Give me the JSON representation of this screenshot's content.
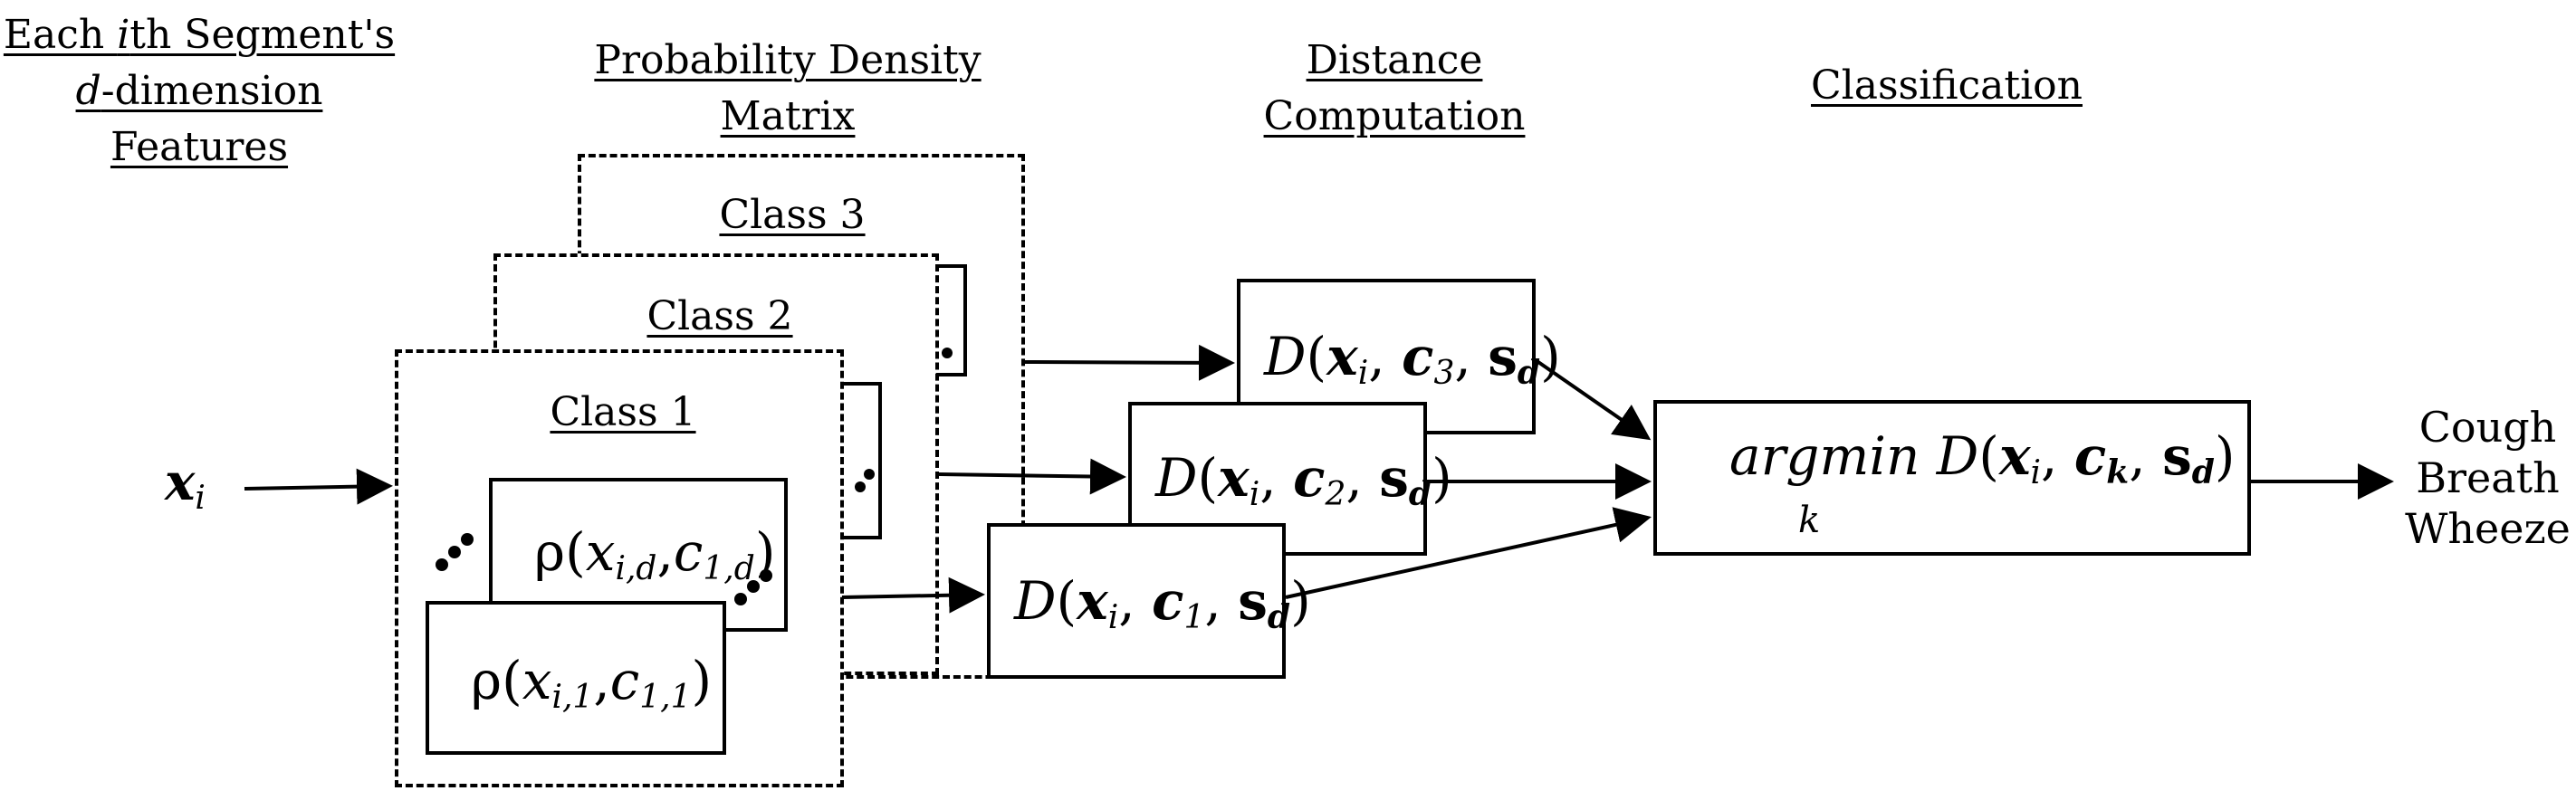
{
  "headers": {
    "features": [
      "Each ",
      "i",
      "th Segment's",
      "d",
      "-dimension",
      "Features"
    ],
    "density": [
      "Probability Density",
      "Matrix"
    ],
    "distance": [
      "Distance",
      "Computation"
    ],
    "classification": "Classification"
  },
  "class_labels": [
    "Class 3",
    "Class 2",
    "Class 1"
  ],
  "input": {
    "var": "x",
    "sub": "i"
  },
  "density_terms": {
    "front": {
      "rho": "ρ",
      "x": "x",
      "xsub": "i,1",
      "c": "c",
      "csub": "1,1"
    },
    "back": {
      "rho": "ρ",
      "x": "x",
      "xsub": "i,d",
      "c": "c",
      "csub": "1,d"
    }
  },
  "distance_terms": [
    {
      "D": "D",
      "x": "x",
      "xsub": "i",
      "c": "c",
      "csub": "3",
      "s": "s",
      "ssub": "d"
    },
    {
      "D": "D",
      "x": "x",
      "xsub": "i",
      "c": "c",
      "csub": "2",
      "s": "s",
      "ssub": "d"
    },
    {
      "D": "D",
      "x": "x",
      "xsub": "i",
      "c": "c",
      "csub": "1",
      "s": "s",
      "ssub": "d"
    }
  ],
  "classifier": {
    "argmin": "argmin",
    "D": "D",
    "x": "x",
    "xsub": "i",
    "c": "c",
    "csub": "k",
    "s": "s",
    "ssub": "d",
    "under": "k"
  },
  "outputs": [
    "Cough",
    "Breath",
    "Wheeze"
  ]
}
